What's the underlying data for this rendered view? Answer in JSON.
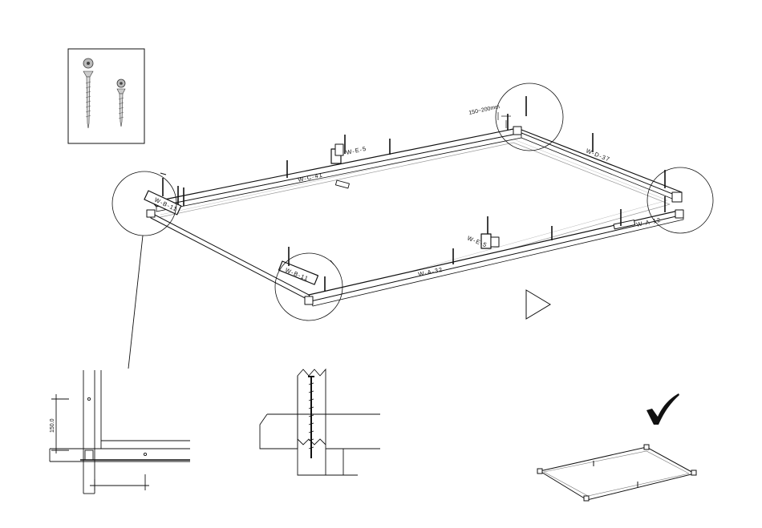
{
  "labels": {
    "wc41": "W-C-41",
    "we5_top": "W-E-5",
    "wd37": "W-D-37",
    "wb11_left": "W-B-11",
    "wb11_front": "W-B-11",
    "wa32": "W-A-32",
    "we5_front": "W-E-5",
    "wa12": "W-A-12"
  },
  "dimensions": {
    "spacing": "150~200mm",
    "detail_height": "150.0"
  },
  "icons": {
    "next": "play-triangle-icon",
    "done": "checkmark-icon"
  }
}
